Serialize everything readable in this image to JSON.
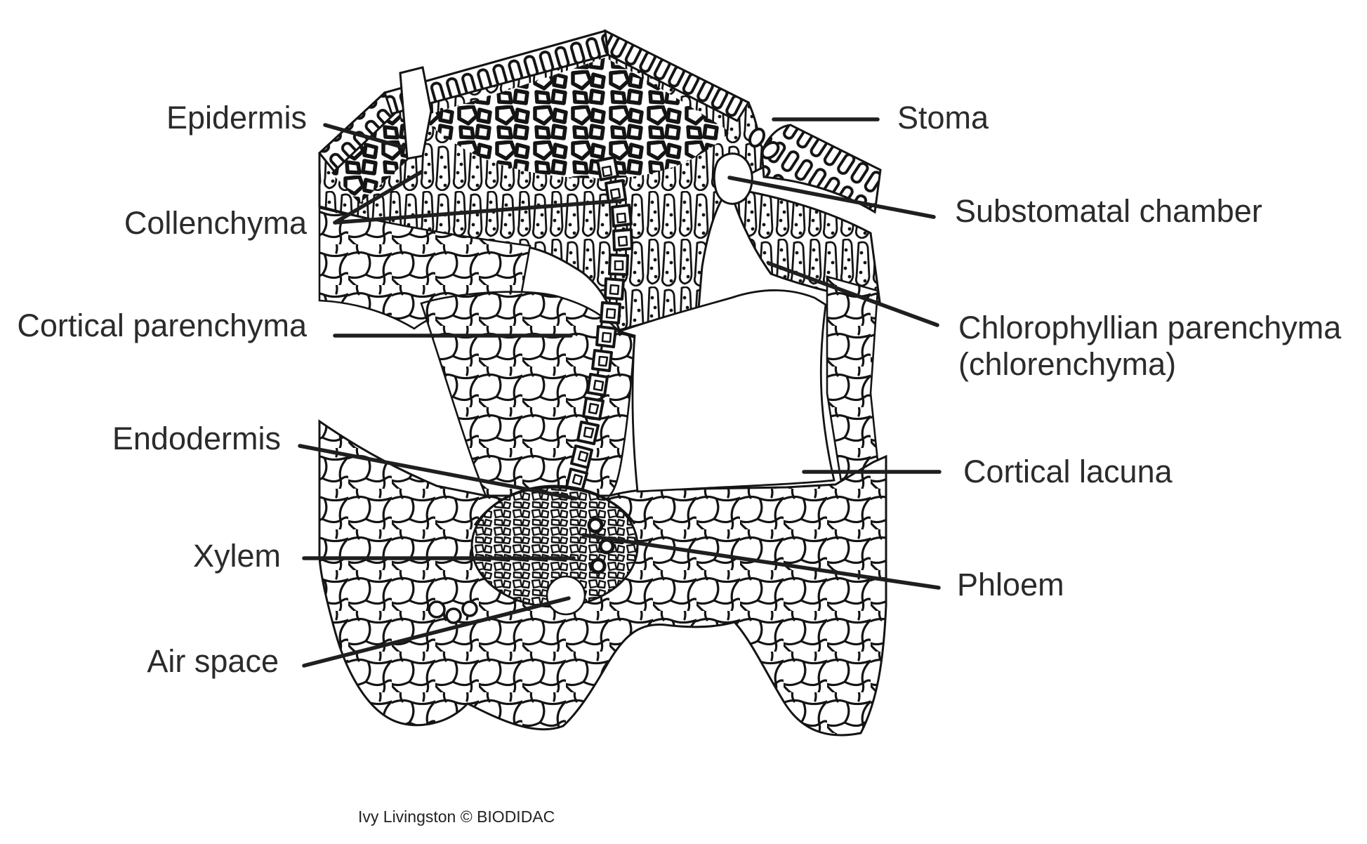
{
  "diagram": {
    "labels": {
      "epidermis": "Epidermis",
      "collenchyma": "Collenchyma",
      "cortical_parenchyma": "Cortical parenchyma",
      "endodermis": "Endodermis",
      "xylem": "Xylem",
      "air_space": "Air space",
      "stoma": "Stoma",
      "substomatal_chamber": "Substomatal chamber",
      "chlorophyllian_parenchyma": "Chlorophyllian parenchyma",
      "chlorenchyma": "(chlorenchyma)",
      "cortical_lacuna": "Cortical lacuna",
      "phloem": "Phloem"
    },
    "credit": "Ivy Livingston © BIODIDAC",
    "colors": {
      "ink": "#141414",
      "label_text": "#2b2b2b",
      "background": "#ffffff"
    }
  }
}
